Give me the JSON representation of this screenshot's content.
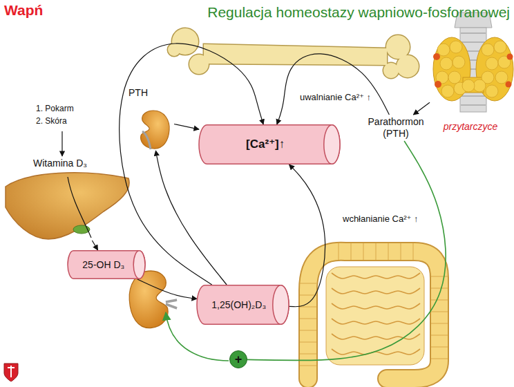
{
  "diagram": {
    "title": "Regulacja homeostazy wapniowo-fosforanowej",
    "nodes": [
      {
        "text": [
          "PTH"
        ]
      },
      {
        "text": [
          "[Ca²⁺]↑"
        ]
      },
      {
        "text": [
          "przytarczyce"
        ]
      },
      {
        "text": [
          "Parathormon (PTH)"
        ]
      },
      {
        "text": [
          "Witamina D₃"
        ]
      },
      {
        "text": [
          "25-OH D₃"
        ]
      },
      {
        "text": [
          "1,25(OH)₂D₃"
        ]
      },
      {
        "text": [
          "+"
        ]
      }
    ],
    "edges": [
      {
        "from": 0,
        "to": 1,
        "arrow": "to"
      },
      {
        "from": 6,
        "to": 0,
        "arrow": "to"
      },
      {
        "from": 6,
        "to": 1,
        "arrow": "to"
      },
      {
        "from": 3,
        "to": 1,
        "arrow": "to"
      },
      {
        "from": 6,
        "to": 1,
        "arrow": "to"
      },
      {
        "from": 2,
        "to": 3,
        "arrow": "to"
      },
      {
        "from": 3,
        "to": 7,
        "arrow": "none"
      },
      {
        "from": 4,
        "to": 5,
        "arrow": "to"
      },
      {
        "from": 5,
        "to": 6,
        "arrow": "to"
      }
    ],
    "labels": [
      "Wapń",
      "1. Pokarm",
      "2. Skóra",
      "uwalnianie Ca²⁺ ↑",
      "wchłanianie Ca²⁺ ↑"
    ]
  }
}
